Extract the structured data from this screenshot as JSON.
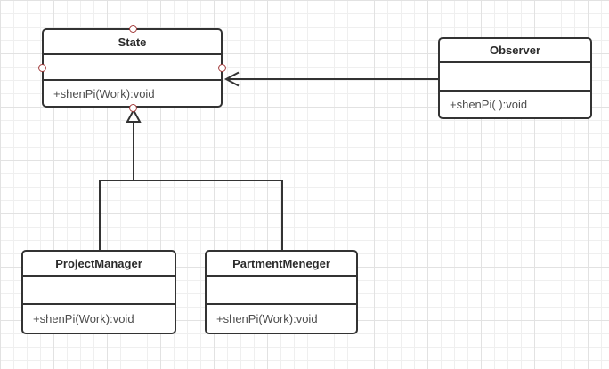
{
  "diagram": {
    "type": "uml-class-diagram",
    "classes": [
      {
        "name": "State",
        "attributes": "",
        "methods": "+shenPi(Work):void",
        "selected": true
      },
      {
        "name": "Observer",
        "attributes": "",
        "methods": "+shenPi( ):void",
        "selected": false
      },
      {
        "name": "ProjectManager",
        "attributes": "",
        "methods": "+shenPi(Work):void",
        "selected": false
      },
      {
        "name": "PartmentMeneger",
        "attributes": "",
        "methods": "+shenPi(Work):void",
        "selected": false
      }
    ],
    "relationships": [
      {
        "type": "directed-association",
        "from": "Observer",
        "to": "State",
        "arrowhead": "open"
      },
      {
        "type": "generalization",
        "from": "ProjectManager",
        "to": "State",
        "arrowhead": "hollow-triangle"
      },
      {
        "type": "generalization",
        "from": "PartmentMeneger",
        "to": "State",
        "arrowhead": "hollow-triangle"
      }
    ],
    "colors": {
      "box_border": "#333333",
      "box_fill": "#ffffff",
      "title_text": "#2b2b2b",
      "member_text": "#4d4d4d",
      "connector": "#333333",
      "selection_handle_border": "#a33c3c",
      "selection_handle_fill": "#ffffff",
      "grid_minor": "#efefef",
      "grid_major": "#e2e2e2",
      "canvas_bg": "#ffffff"
    }
  }
}
